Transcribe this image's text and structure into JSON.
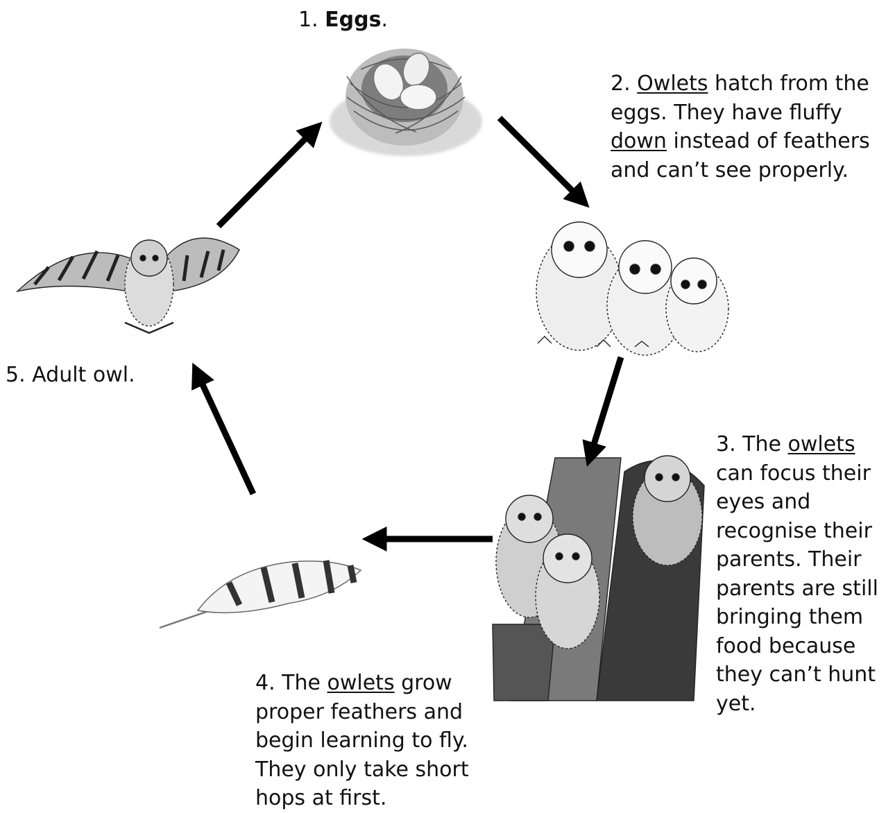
{
  "stages": {
    "s1": {
      "num": "1. ",
      "bold": "Eggs",
      "end": "."
    },
    "s2": {
      "num": "2. ",
      "w1": "Owlets",
      "t1": " hatch from the eggs. They have fluffy ",
      "w2": "down",
      "t2": " instead of feathers and can’t see properly."
    },
    "s3": {
      "t0": "3. The ",
      "w1": "owlets",
      "t1": " can focus their eyes and recognise their parents. Their parents are still bringing them food because they can’t hunt yet."
    },
    "s4": {
      "t0": "4.  The ",
      "w1": "owlets",
      "t1": " grow proper feathers and begin learning to fly. They only take short hops at first."
    },
    "s5": {
      "t0": "5. Adult owl."
    }
  },
  "colors": {
    "ink": "#111111",
    "arrow": "#000000"
  }
}
